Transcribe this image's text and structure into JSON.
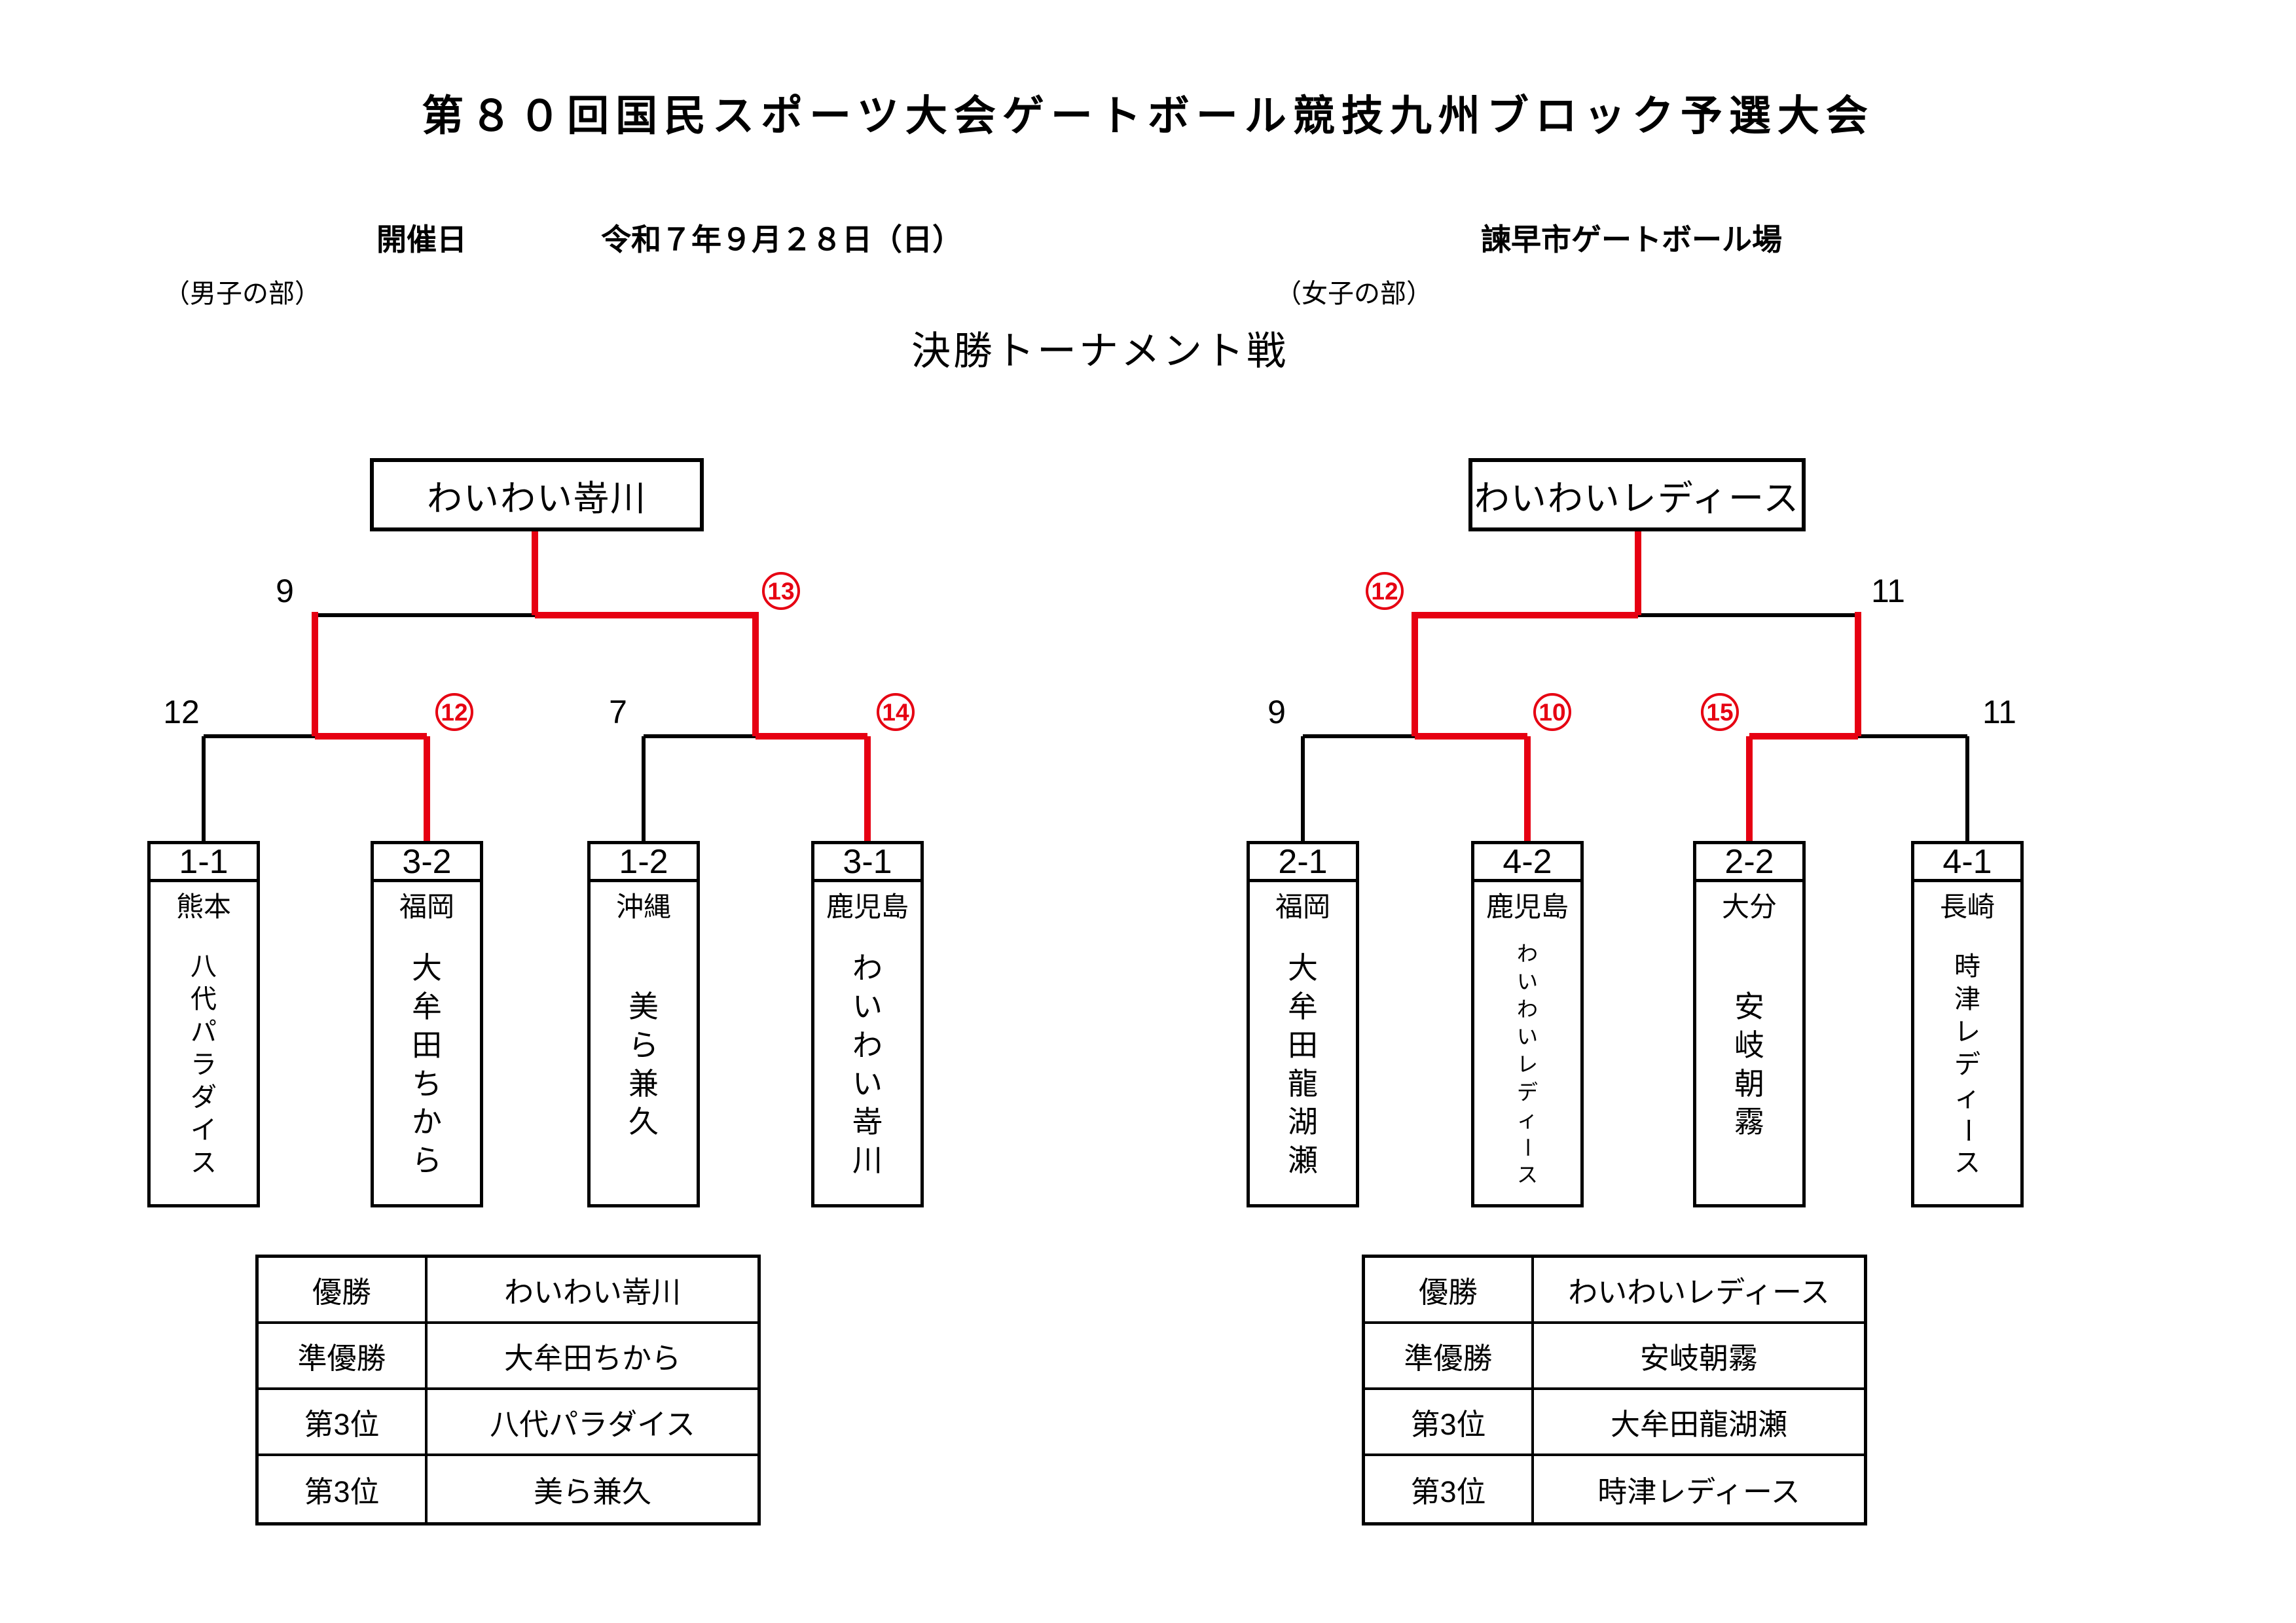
{
  "header": {
    "title": "第８０回国民スポーツ大会ゲートボール競技九州ブロック予選大会",
    "date_label": "開催日",
    "date": "令和７年９月２８日（日）",
    "venue": "諫早市ゲートボール場",
    "men_label": "（男子の部）",
    "women_label": "（女子の部）",
    "bracket_title": "決勝トーナメント戦"
  },
  "colors": {
    "accent": "#e60012",
    "line": "#000000"
  },
  "brackets": {
    "men": {
      "champion": "わいわい嵜川",
      "match_numbers": {
        "final_left": "9",
        "final_right": "13",
        "semi1_left": "12",
        "semi1_right": "12",
        "semi2_left": "7",
        "semi2_right": "14"
      },
      "teams": [
        {
          "code": "1-1",
          "pref": "熊本",
          "name": "八代パラダイス"
        },
        {
          "code": "3-2",
          "pref": "福岡",
          "name": "大牟田ちから"
        },
        {
          "code": "1-2",
          "pref": "沖縄",
          "name": "美ら兼久"
        },
        {
          "code": "3-1",
          "pref": "鹿児島",
          "name": "わいわい嵜川"
        }
      ],
      "results": [
        {
          "rank": "優勝",
          "team": "わいわい嵜川"
        },
        {
          "rank": "準優勝",
          "team": "大牟田ちから"
        },
        {
          "rank": "第3位",
          "team": "八代パラダイス"
        },
        {
          "rank": "第3位",
          "team": "美ら兼久"
        }
      ]
    },
    "women": {
      "champion": "わいわいレディース",
      "match_numbers": {
        "final_left": "12",
        "final_right": "11",
        "semi1_left": "9",
        "semi1_right": "10",
        "semi2_left": "15",
        "semi2_right": "11"
      },
      "teams": [
        {
          "code": "2-1",
          "pref": "福岡",
          "name": "大牟田龍湖瀬"
        },
        {
          "code": "4-2",
          "pref": "鹿児島",
          "name": "わいわいレディース"
        },
        {
          "code": "2-2",
          "pref": "大分",
          "name": "安岐朝霧"
        },
        {
          "code": "4-1",
          "pref": "長崎",
          "name": "時津レディース"
        }
      ],
      "results": [
        {
          "rank": "優勝",
          "team": "わいわいレディース"
        },
        {
          "rank": "準優勝",
          "team": "安岐朝霧"
        },
        {
          "rank": "第3位",
          "team": "大牟田龍湖瀬"
        },
        {
          "rank": "第3位",
          "team": "時津レディース"
        }
      ]
    }
  }
}
